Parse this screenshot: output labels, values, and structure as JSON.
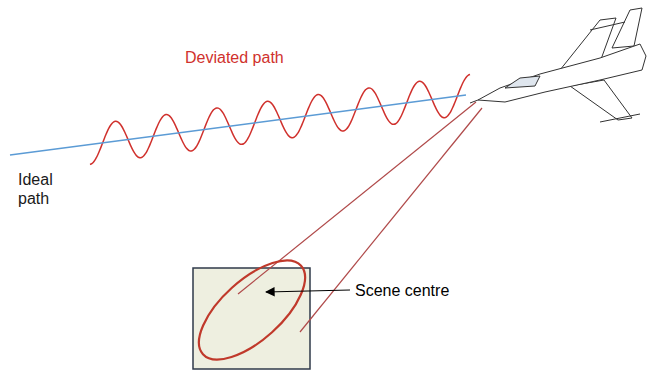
{
  "diagram": {
    "labels": [
      "Deviated path",
      "Ideal path",
      "Scene centre"
    ]
  }
}
